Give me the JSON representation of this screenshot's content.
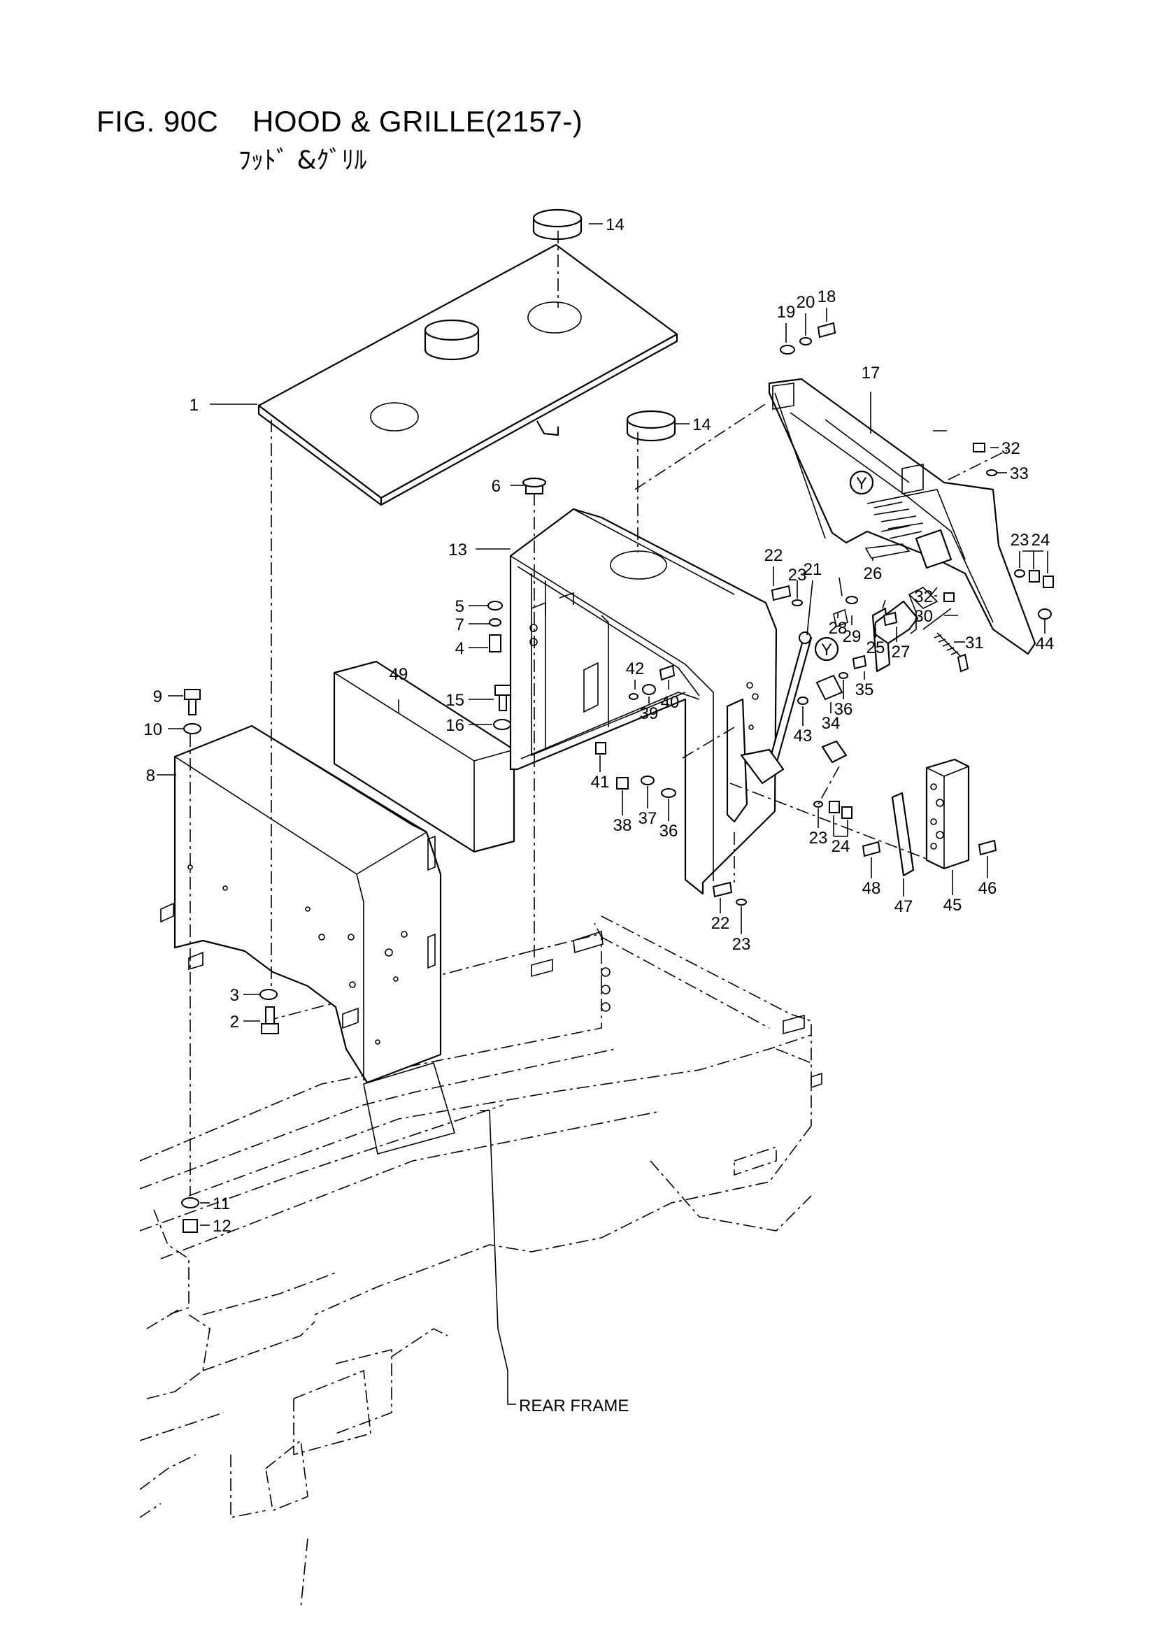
{
  "figure": {
    "title": "FIG. 90C    HOOD & GRILLE(2157-)",
    "subtitle": "ﾌｯﾄﾞ &ｸﾞﾘﾙ"
  },
  "frame_label": "REAR FRAME",
  "callout_y": "Y",
  "callouts": [
    "1",
    "2",
    "3",
    "4",
    "5",
    "6",
    "7",
    "8",
    "9",
    "10",
    "11",
    "12",
    "13",
    "14",
    "14",
    "15",
    "16",
    "17",
    "18",
    "19",
    "20",
    "21",
    "22",
    "22",
    "23",
    "23",
    "23",
    "23",
    "24",
    "24",
    "25",
    "26",
    "27",
    "28",
    "29",
    "30",
    "31",
    "32",
    "32",
    "33",
    "34",
    "35",
    "36",
    "36",
    "37",
    "38",
    "39",
    "40",
    "41",
    "42",
    "43",
    "44",
    "45",
    "46",
    "47",
    "48",
    "49"
  ]
}
